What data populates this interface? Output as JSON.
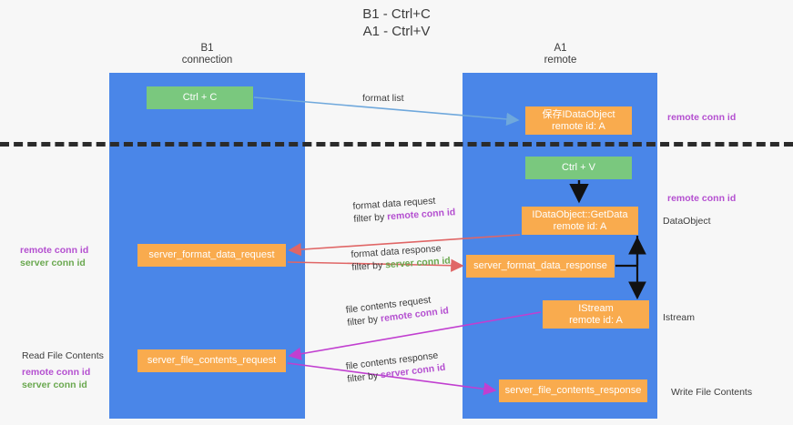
{
  "title": {
    "line1": "B1 - Ctrl+C",
    "line2": "A1 - Ctrl+V"
  },
  "columns": [
    {
      "name": "B1",
      "sub": "connection"
    },
    {
      "name": "A1",
      "sub": "remote"
    }
  ],
  "colors": {
    "lane": "#4a86e8",
    "node_orange": "#f9ab4e",
    "node_green": "#7ac87e",
    "remote_conn_id": "#b44fd0",
    "server_conn_id": "#6aa84f",
    "arrow_blue": "#6fa8dc",
    "arrow_red": "#e06666",
    "arrow_magenta": "#c13fd0",
    "arrow_black": "#000000",
    "divider": "#2b2b2b"
  },
  "nodes": {
    "ctrl_c": "Ctrl + C",
    "save_idataobject_l1": "保存IDataObject",
    "save_idataobject_l2": "remote id: A",
    "ctrl_v": "Ctrl + V",
    "getdata_l1": "IDataObject::GetData",
    "getdata_l2": "remote id: A",
    "server_format_data_request": "server_format_data_request",
    "server_format_data_response": "server_format_data_response",
    "istream_l1": "IStream",
    "istream_l2": "remote id: A",
    "server_file_contents_request": "server_file_contents_request",
    "server_file_contents_response": "server_file_contents_response"
  },
  "edges": {
    "format_list": "format list",
    "format_data_request": "format data request",
    "format_data_request_filter_prefix": "filter by ",
    "format_data_request_filter_key": "remote conn id",
    "format_data_response": "format data response",
    "format_data_response_filter_prefix": "filter by ",
    "format_data_response_filter_key": "server conn id",
    "file_contents_request": "file contents request",
    "file_contents_request_filter_prefix": "filter by ",
    "file_contents_request_filter_key": "remote conn id",
    "file_contents_response": "file contents response",
    "file_contents_response_filter_prefix": "filter by ",
    "file_contents_response_filter_key": "server conn id"
  },
  "annotations": {
    "right_remote_conn_id_top": "remote conn id",
    "right_remote_conn_id_mid": "remote conn id",
    "right_dataobject": "DataObject",
    "right_istream": "Istream",
    "right_write_file_contents": "Write File Contents",
    "left_remote_conn_id_mid": "remote conn id",
    "left_server_conn_id_mid": "server conn id",
    "left_read_file_contents": "Read File Contents",
    "left_remote_conn_id_bot": "remote conn id",
    "left_server_conn_id_bot": "server conn id"
  }
}
